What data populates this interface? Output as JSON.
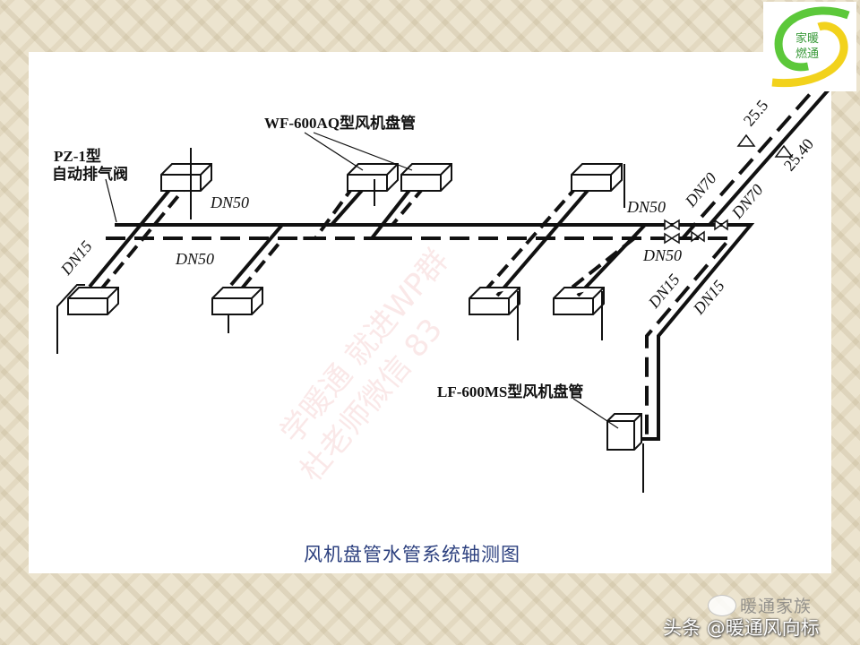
{
  "title": "风机盘管水管系统轴测图",
  "labels": {
    "unit_upper": "WF-600AQ型风机盘管",
    "unit_lower": "LF-600MS型风机盘管",
    "valve_line1": "PZ-1型",
    "valve_line2": "自动排气阀",
    "dn50_a": "DN50",
    "dn50_b": "DN50",
    "dn50_c": "DN50",
    "dn50_d": "DN50",
    "dn15_left": "DN15",
    "dn15_a": "DN15",
    "dn15_b": "DN15",
    "dn70_a": "DN70",
    "dn70_b": "DN70",
    "elev_a": "25.5",
    "elev_b": "25.40"
  },
  "watermark": {
    "line1": "学暖通 就进WP群",
    "line2": "杜老师微信 83"
  },
  "logo": {
    "text": "家暖 燃通",
    "colors": [
      "#5cc83a",
      "#f2d21c"
    ]
  },
  "footer": {
    "text": "头条 @暖通风向标",
    "overlay": "暖通家族"
  }
}
